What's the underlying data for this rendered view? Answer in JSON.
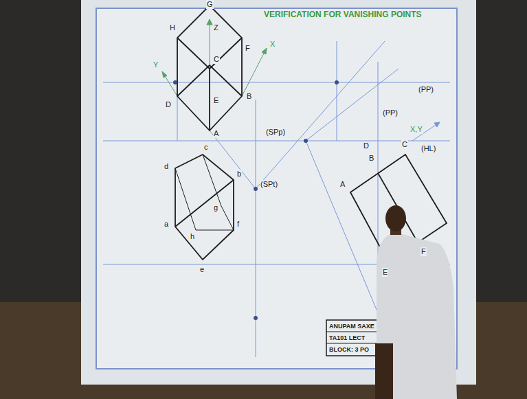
{
  "diagram": {
    "title": "VERIFICATION FOR VANISHING POINTS",
    "labels": [
      "G",
      "H",
      "Z",
      "C",
      "F",
      "Y",
      "X",
      "D",
      "E",
      "B",
      "A",
      "(PP)",
      "(PP)",
      "(SPp)",
      "c",
      "d",
      "b",
      "(SPt)",
      "g",
      "a",
      "h",
      "f",
      "e",
      "D",
      "B",
      "C",
      "X,Y",
      "(HL)",
      "A",
      "F",
      "E",
      "ANUPAM SAXE",
      "TA101  LECT",
      "BLOCK: 3 PO"
    ]
  }
}
